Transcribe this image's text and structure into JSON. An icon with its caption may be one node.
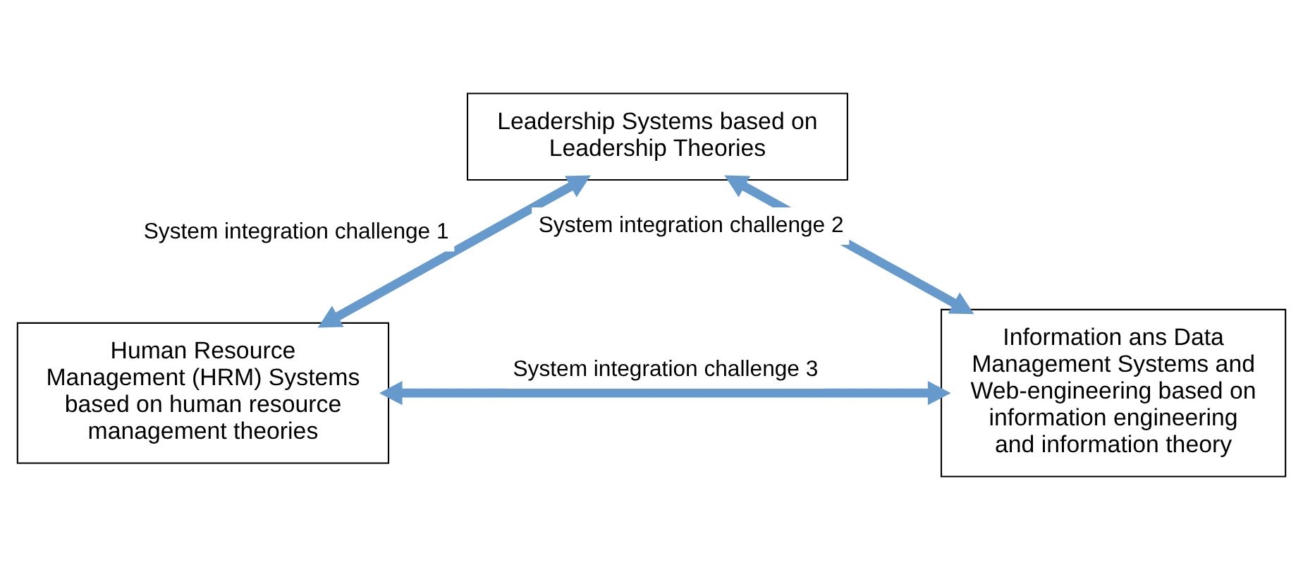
{
  "diagram": {
    "nodes": [
      {
        "text": [
          "Leadership Systems based on Leadership Theories"
        ]
      },
      {
        "text": [
          "Human Resource Management (HRM) Systems based on human resource management theories"
        ]
      },
      {
        "text": [
          "Information ans Data Management Systems and Web-engineering based on information engineering and information theory"
        ]
      }
    ],
    "edges": [
      {
        "from": 0,
        "to": 1,
        "arrow": "both",
        "label": "System integration challenge 1"
      },
      {
        "from": 0,
        "to": 2,
        "arrow": "both",
        "label": "System integration challenge 2"
      },
      {
        "from": 1,
        "to": 2,
        "arrow": "both",
        "label": "System integration challenge 3"
      }
    ]
  }
}
